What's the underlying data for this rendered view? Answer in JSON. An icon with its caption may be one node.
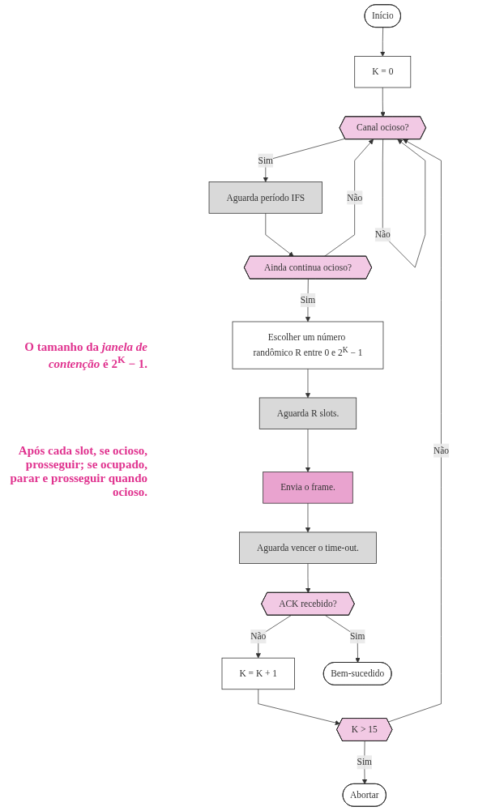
{
  "diagram": {
    "nodes": [
      {
        "text": [
          "Início"
        ]
      },
      {
        "text": [
          "K = 0"
        ]
      },
      {
        "text": [
          "Canal ocioso?"
        ]
      },
      {
        "text": [
          "Aguarda período IFS"
        ]
      },
      {
        "text": [
          "Ainda continua ocioso?"
        ]
      },
      {
        "text": [
          "Escolher um número randômico R entre 0 e 2$^{K}$ − 1"
        ]
      },
      {
        "text": [
          "Aguarda R slots."
        ]
      },
      {
        "text": [
          "Envia o frame."
        ]
      },
      {
        "text": [
          "Aguarda vencer o time-out."
        ]
      },
      {
        "text": [
          "ACK recebido?"
        ]
      },
      {
        "text": [
          "K = K + 1"
        ]
      },
      {
        "text": [
          "K > 15"
        ]
      },
      {
        "text": [
          "Abortar"
        ]
      },
      {
        "text": [
          "Bem-sucedido"
        ]
      }
    ],
    "edges": [
      {
        "from": 0,
        "to": 1,
        "arrow": "to"
      },
      {
        "from": 1,
        "to": 2,
        "arrow": "to"
      },
      {
        "from": 2,
        "to": 2,
        "arrow": "to",
        "label": "Não"
      },
      {
        "from": 2,
        "to": 3,
        "arrow": "to",
        "label": "Sim"
      },
      {
        "from": 3,
        "to": 4,
        "arrow": "to"
      },
      {
        "from": 4,
        "to": 2,
        "arrow": "to",
        "label": "Não"
      },
      {
        "from": 4,
        "to": 5,
        "arrow": "to",
        "label": "Sim"
      },
      {
        "from": 5,
        "to": 6,
        "arrow": "to"
      },
      {
        "from": 6,
        "to": 7,
        "arrow": "to"
      },
      {
        "from": 7,
        "to": 8,
        "arrow": "to"
      },
      {
        "from": 8,
        "to": 9,
        "arrow": "to"
      },
      {
        "from": 9,
        "to": 10,
        "arrow": "to",
        "label": "Não"
      },
      {
        "from": 9,
        "to": 13,
        "arrow": "to",
        "label": "Sim"
      },
      {
        "from": 10,
        "to": 11,
        "arrow": "to"
      },
      {
        "from": 11,
        "to": 2,
        "arrow": "to",
        "label": "Não"
      },
      {
        "from": 11,
        "to": 12,
        "arrow": "to",
        "label": "Sim"
      }
    ],
    "labels": [
      "O tamanho da *janela de contenção* é 2$^{K}$ − 1.",
      "Após cada slot, se ocioso, prosseguir; se ocupado, parar e prosseguir quando ocioso."
    ]
  }
}
